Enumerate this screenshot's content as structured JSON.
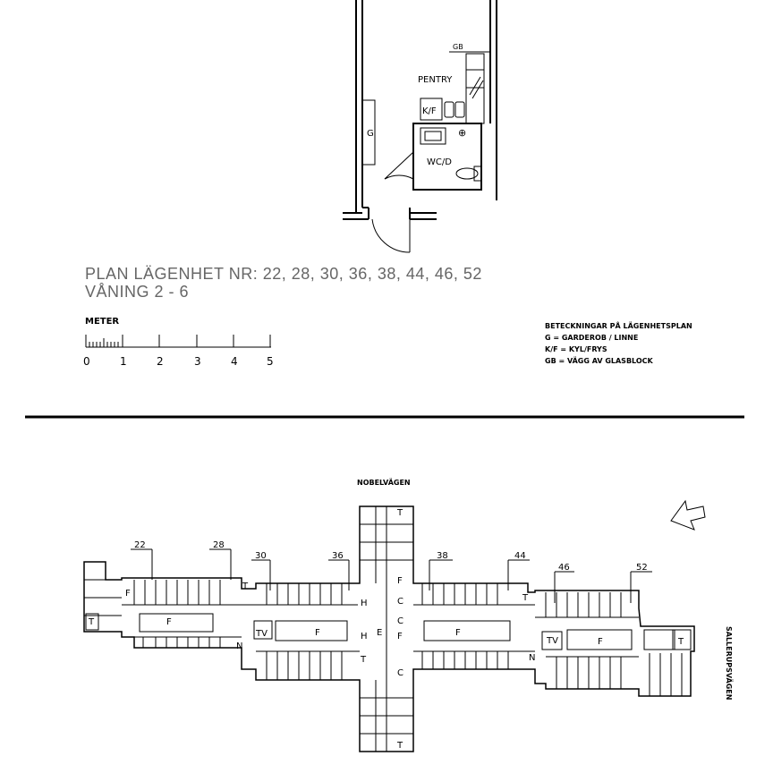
{
  "unit_plan": {
    "rooms": {
      "gb": "GB",
      "pentry": "PENTRY",
      "kf": "K/F",
      "g": "G",
      "wcd": "WC/D"
    },
    "title_line1": "PLAN LÄGENHET NR:  22, 28, 30, 36, 38, 44, 46, 52",
    "title_line2": "VÅNING 2 - 6"
  },
  "scale": {
    "label": "METER",
    "ticks": [
      "0",
      "1",
      "2",
      "3",
      "4",
      "5"
    ]
  },
  "legend": {
    "heading": "BETECKNINGAR PÅ LÄGENHETSPLAN",
    "items": [
      "G = GARDEROB / LINNE",
      "K/F = KYL/FRYS",
      "GB = VÄGG AV GLASBLOCK"
    ]
  },
  "site_plan": {
    "street_top": "NOBELVÄGEN",
    "street_right": "SALLERUPSVÄGEN",
    "apartment_numbers": [
      "22",
      "28",
      "30",
      "36",
      "38",
      "44",
      "46",
      "52"
    ],
    "room_codes": {
      "F": "F",
      "T": "T",
      "N": "N",
      "TV": "TV",
      "H": "H",
      "E": "E",
      "C": "C"
    }
  }
}
